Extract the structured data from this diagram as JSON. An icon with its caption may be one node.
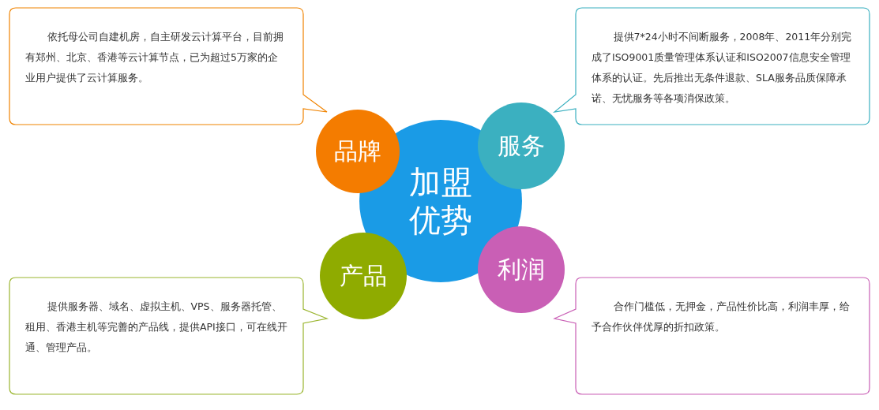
{
  "diagram": {
    "nodes": [
      {
        "text": [
          "依托母公司自建机房，自主研发云计算平台，目前拥有郑州、北京、香港等云计算节点，已为超过5万家的企业用户提供了云计算服务。"
        ]
      },
      {
        "text": [
          "提供7*24小时不间断服务，2008年、2011年分别完成了ISO9001质量管理体系认证和ISO2007信息安全管理体系的认证。先后推出无条件退款、SLA服务品质保障承诺、无忧服务等各项消保政策。"
        ]
      },
      {
        "text": [
          "加盟优势"
        ]
      },
      {
        "text": [
          "品牌"
        ]
      },
      {
        "text": [
          "服务"
        ]
      },
      {
        "text": [
          "产品"
        ]
      },
      {
        "text": [
          "利润"
        ]
      },
      {
        "text": [
          "提供服务器、域名、虚拟主机、VPS、服务器托管、租用、香港主机等完善的产品线，提供API接口，可在线开通、管理产品。"
        ]
      },
      {
        "text": [
          "合作门槛低，无押金，产品性价比高，利润丰厚，给予合作伙伴优厚的折扣政策。"
        ]
      }
    ]
  }
}
